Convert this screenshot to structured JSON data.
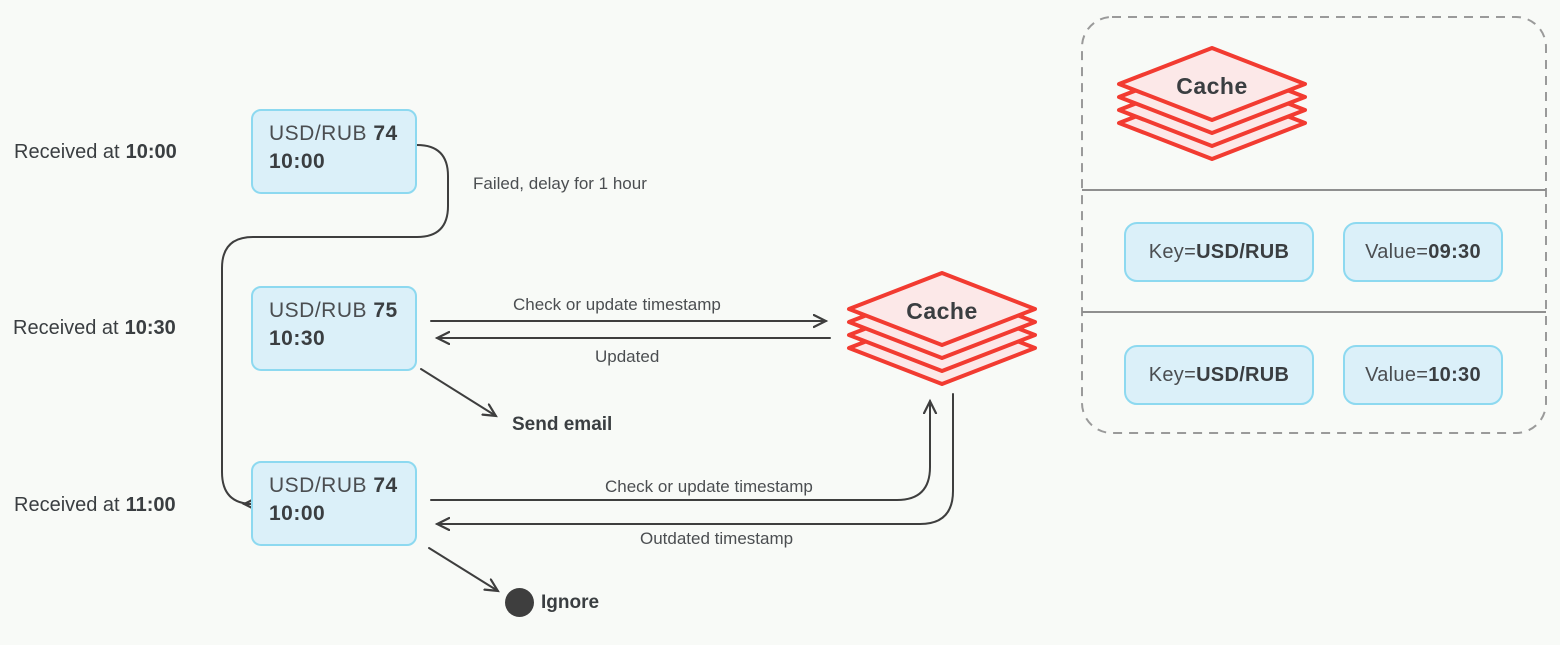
{
  "colors": {
    "bg": "#f8faf7",
    "line": "#3e3e3e",
    "box-fill": "#dbf0f9",
    "box-stroke": "#8dd9f0",
    "red-stroke": "#f23b31",
    "red-fill": "#fce8e8",
    "text-dark": "#3a3e41",
    "text-mid": "#4b4e51",
    "dash": "#9a9a9a",
    "divider": "#8f8f8f"
  },
  "received_labels": [
    {
      "prefix": "Received at",
      "time": "10:00"
    },
    {
      "prefix": "Received at",
      "time": "10:30"
    },
    {
      "prefix": "Received at",
      "time": "11:00"
    }
  ],
  "rate_boxes": [
    {
      "pair": "USD/RUB",
      "rate": "74",
      "time": "10:00"
    },
    {
      "pair": "USD/RUB",
      "rate": "75",
      "time": "10:30"
    },
    {
      "pair": "USD/RUB",
      "rate": "74",
      "time": "10:00"
    }
  ],
  "edge_labels": {
    "failed": "Failed, delay for 1 hour",
    "check_update_2": "Check or update timestamp",
    "updated": "Updated",
    "send_email": "Send email",
    "check_update_3": "Check or update timestamp",
    "outdated": "Outdated timestamp",
    "ignore": "Ignore"
  },
  "cache": {
    "label": "Cache"
  },
  "panel": {
    "cache_label": "Cache",
    "rows": [
      {
        "key_prefix": "Key=",
        "key": "USD/RUB",
        "value_prefix": "Value=",
        "value": "09:30"
      },
      {
        "key_prefix": "Key=",
        "key": "USD/RUB",
        "value_prefix": "Value=",
        "value": "10:30"
      }
    ]
  }
}
